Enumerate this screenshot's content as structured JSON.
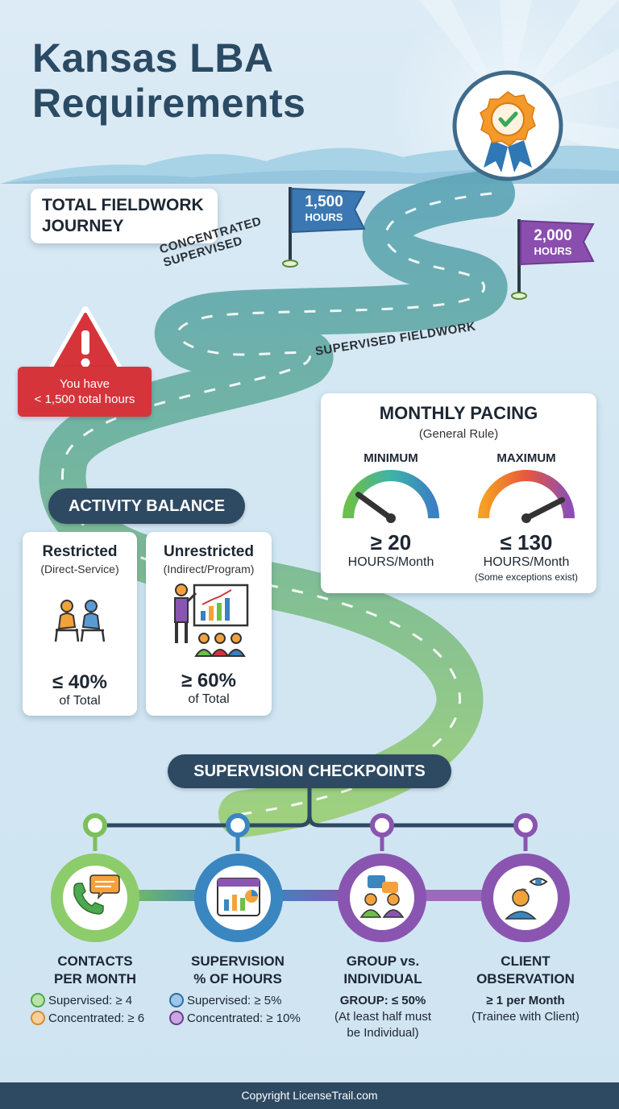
{
  "title": "Kansas LBA Requirements",
  "journey": {
    "label": "TOTAL FIELDWORK JOURNEY",
    "flag1": {
      "amount": "1,500",
      "unit": "HOURS"
    },
    "flag2": {
      "amount": "2,000",
      "unit": "HOURS"
    },
    "road_label_upper": "CONCENTRATED SUPERVISED",
    "road_label_lower": "SUPERVISED FIELDWORK"
  },
  "warning": {
    "line1": "You have",
    "line2": "< 1,500 total hours"
  },
  "pacing": {
    "title": "MONTHLY PACING",
    "subtitle": "(General Rule)",
    "min": {
      "label": "MINIMUM",
      "value": "≥ 20",
      "unit": "HOURS/Month",
      "level": 0.2
    },
    "max": {
      "label": "MAXIMUM",
      "value": "≤ 130",
      "unit": "HOURS/Month",
      "note": "(Some exceptions exist)",
      "level": 0.85
    }
  },
  "activity": {
    "title": "ACTIVITY BALANCE",
    "restricted": {
      "title": "Restricted",
      "subtitle": "(Direct-Service)",
      "value": "≤ 40%",
      "of": "of Total"
    },
    "unrestricted": {
      "title": "Unrestricted",
      "subtitle": "(Indirect/Program)",
      "value": "≥ 60%",
      "of": "of Total"
    }
  },
  "supervision": {
    "title": "SUPERVISION CHECKPOINTS",
    "contacts": {
      "title1": "CONTACTS",
      "title2": "PER MONTH",
      "line1": "Supervised: ≥ 4",
      "line2": "Concentrated: ≥ 6"
    },
    "percent": {
      "title1": "SUPERVISION",
      "title2": "% OF HOURS",
      "line1": "Supervised: ≥ 5%",
      "line2": "Concentrated: ≥ 10%"
    },
    "group": {
      "title1": "GROUP vs.",
      "title2": "INDIVIDUAL",
      "line1": "GROUP: ≤ 50%",
      "line2": "(At least half must",
      "line3": "be Individual)"
    },
    "observation": {
      "title1": "CLIENT",
      "title2": "OBSERVATION",
      "line1": "≥ 1 per Month",
      "line2": "(Trainee with Client)"
    }
  },
  "footer": "Copyright LicenseTrail.com",
  "colors": {
    "navy": "#2e4a62",
    "green": "#7cc05a",
    "blue": "#3a86c0",
    "purple": "#8a55b0",
    "red": "#d6343b",
    "road": "#6fb0b8"
  },
  "icons": [
    "award-badge-icon",
    "warning-icon",
    "flag-icon",
    "gauge-icon",
    "consultation-icon",
    "presentation-icon",
    "phone-chat-icon",
    "calendar-chart-icon",
    "group-chat-icon",
    "observation-eye-icon"
  ]
}
